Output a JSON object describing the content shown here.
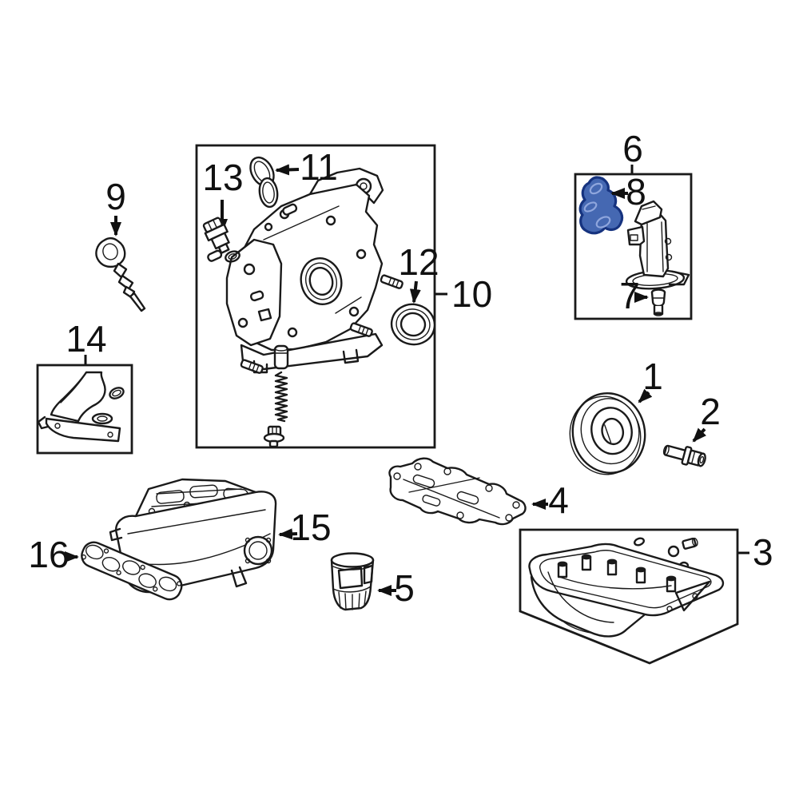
{
  "diagram": {
    "background": "#ffffff",
    "line_color": "#1a1a1a",
    "highlight": {
      "fill": "#4568b2",
      "stroke": "#16337f",
      "highlighted_part_label": "8"
    },
    "labels": {
      "n1": "1",
      "n2": "2",
      "n3": "3",
      "n4": "4",
      "n5": "5",
      "n6": "6",
      "n7": "7",
      "n8": "8",
      "n9": "9",
      "n10": "10",
      "n11": "11",
      "n12": "12",
      "n13": "13",
      "n14": "14",
      "n15": "15",
      "n16": "16"
    }
  }
}
